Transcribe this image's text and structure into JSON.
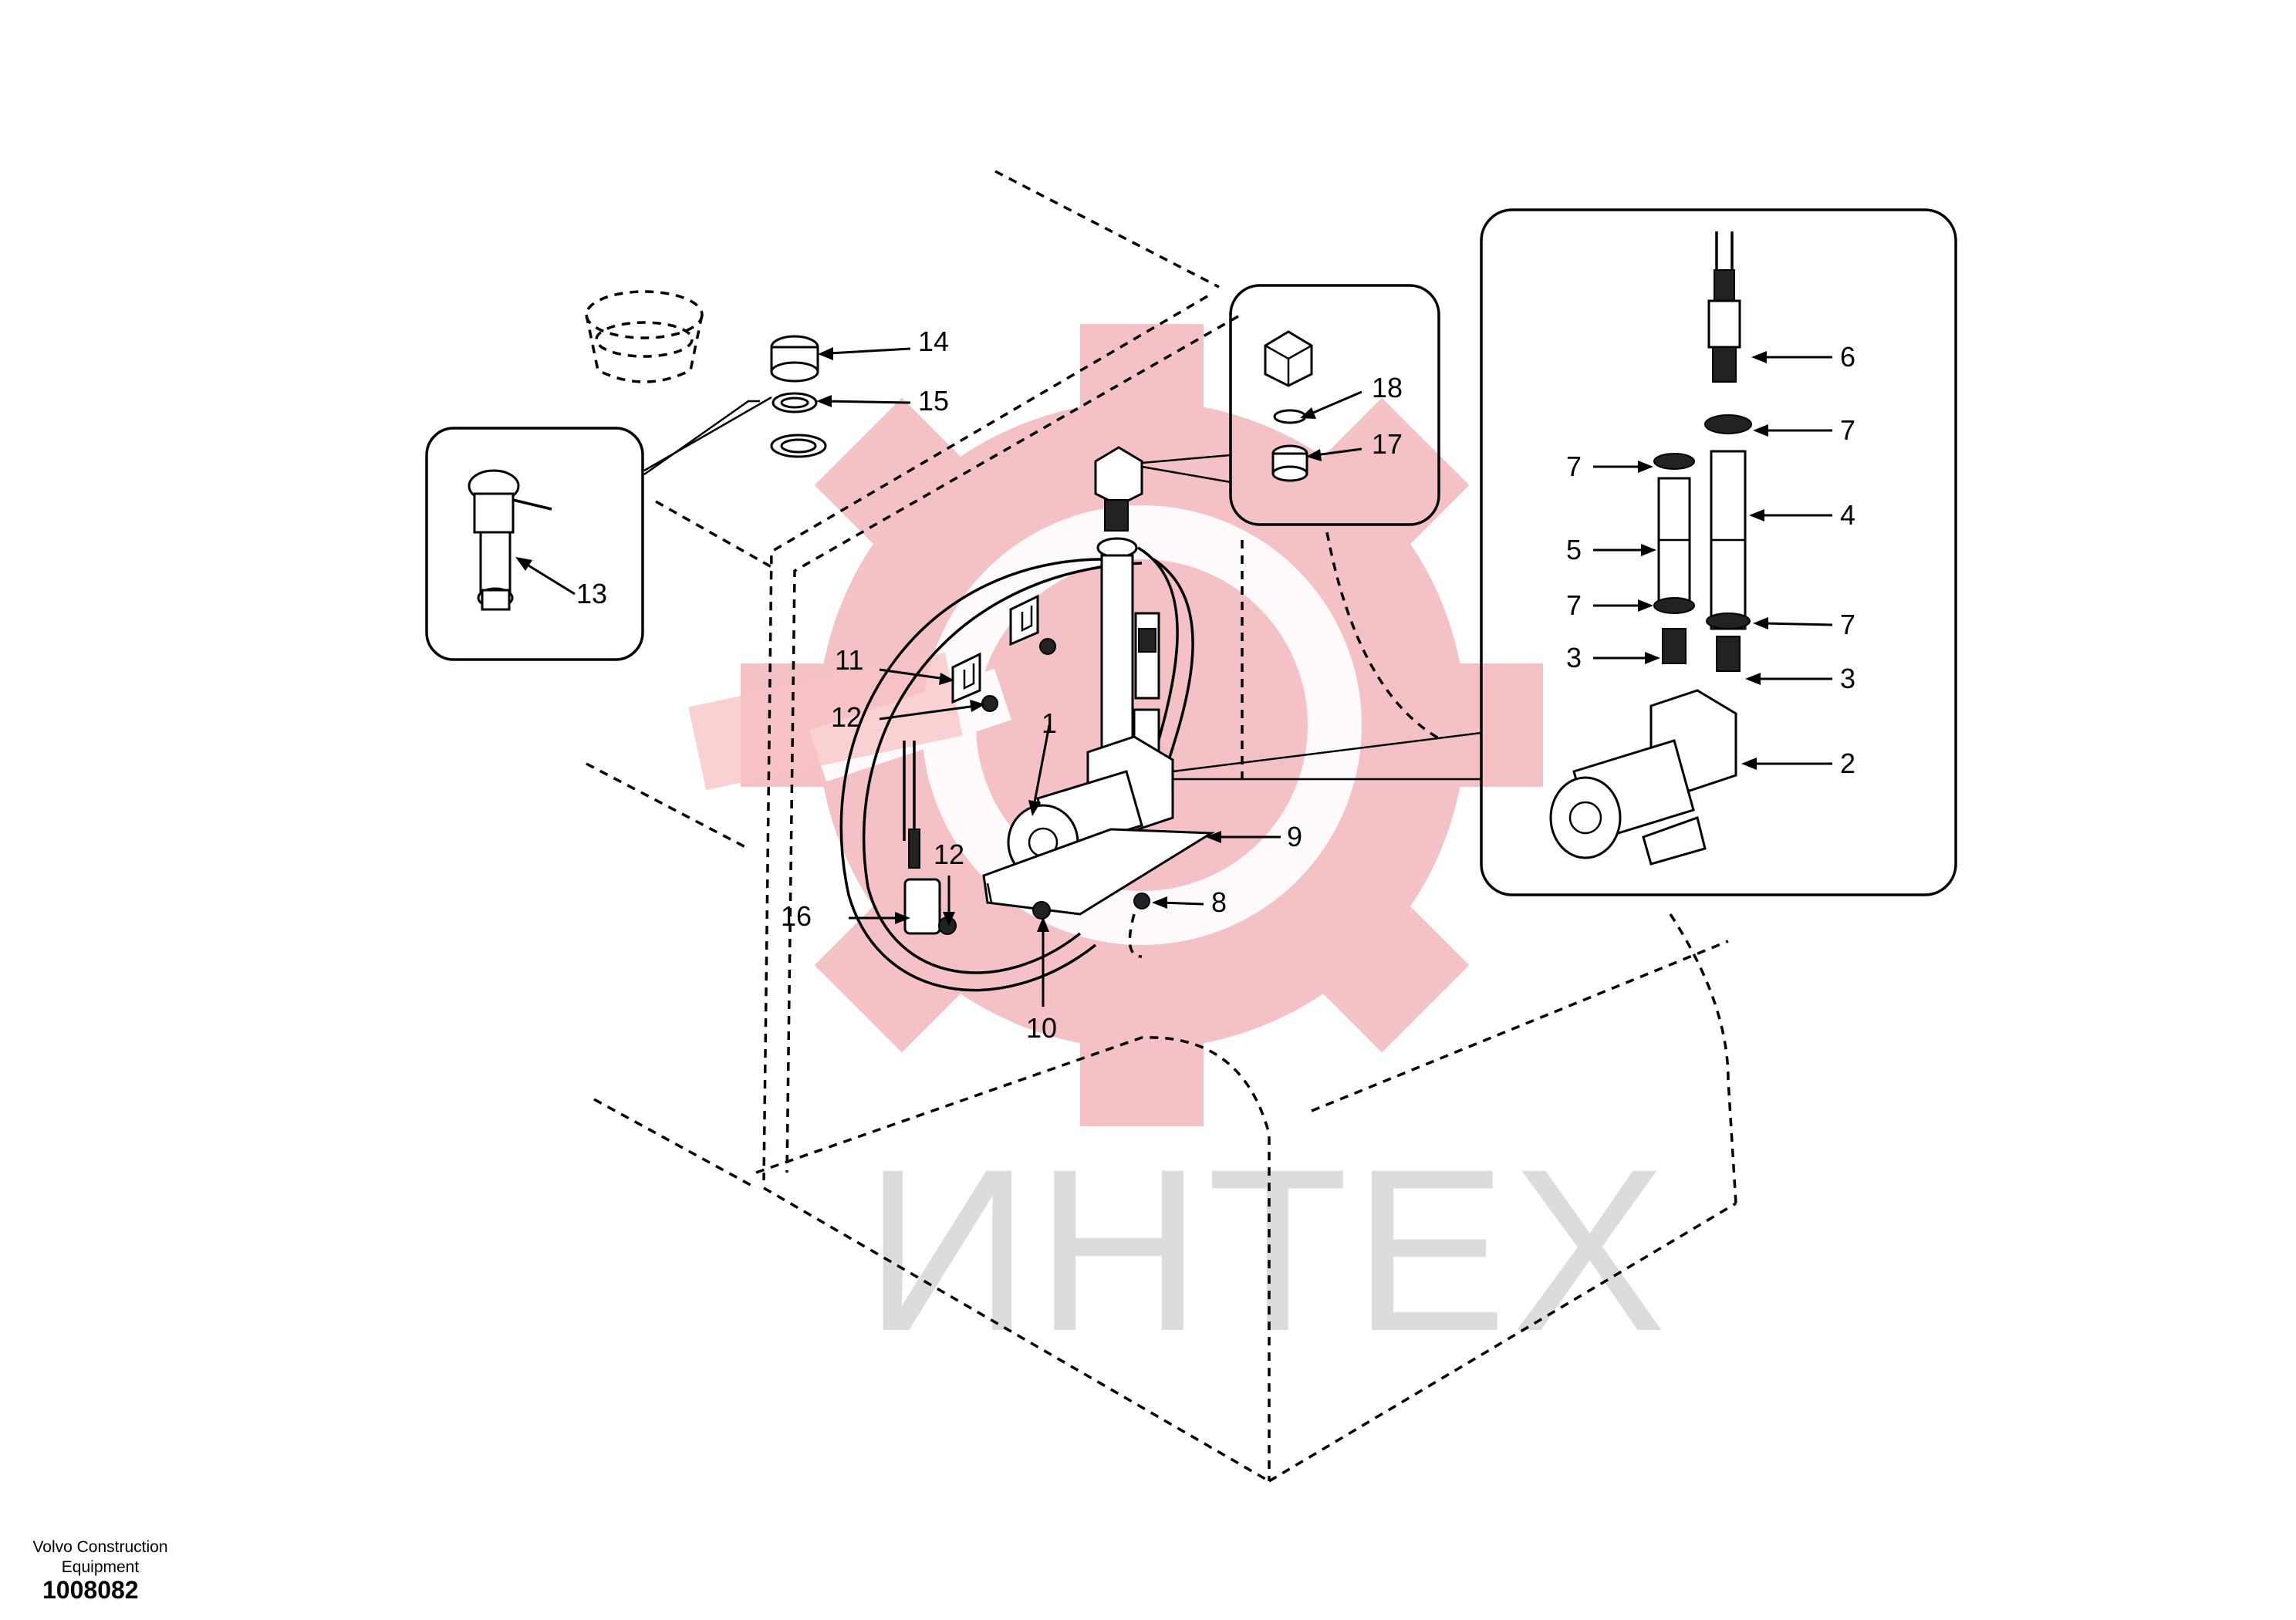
{
  "watermark": {
    "text": "ИНТЕХ",
    "color": "#f0aeb3"
  },
  "footer": {
    "company": "Volvo Construction Equipment",
    "doc_number": "1008082"
  },
  "callouts": {
    "c1": "1",
    "c2": "2",
    "c3a": "3",
    "c3b": "3",
    "c4": "4",
    "c5": "5",
    "c6": "6",
    "c7a": "7",
    "c7b": "7",
    "c7c": "7",
    "c7d": "7",
    "c8": "8",
    "c9": "9",
    "c10": "10",
    "c11": "11",
    "c12a": "12",
    "c12b": "12",
    "c13": "13",
    "c14": "14",
    "c15": "15",
    "c16": "16",
    "c17": "17",
    "c18": "18"
  }
}
